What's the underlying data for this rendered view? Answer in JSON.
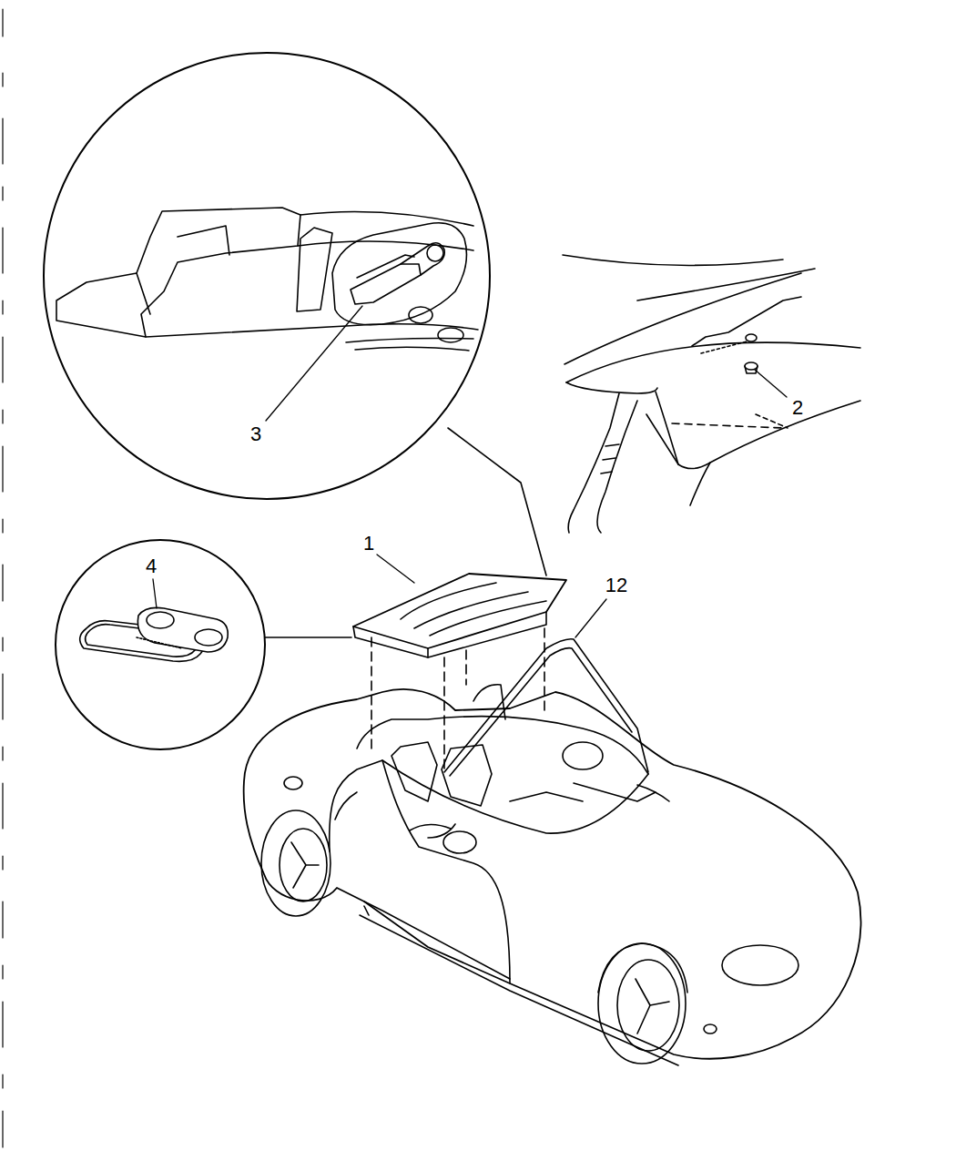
{
  "diagram": {
    "labels": [
      "2",
      "3",
      "1",
      "4",
      "12"
    ]
  }
}
